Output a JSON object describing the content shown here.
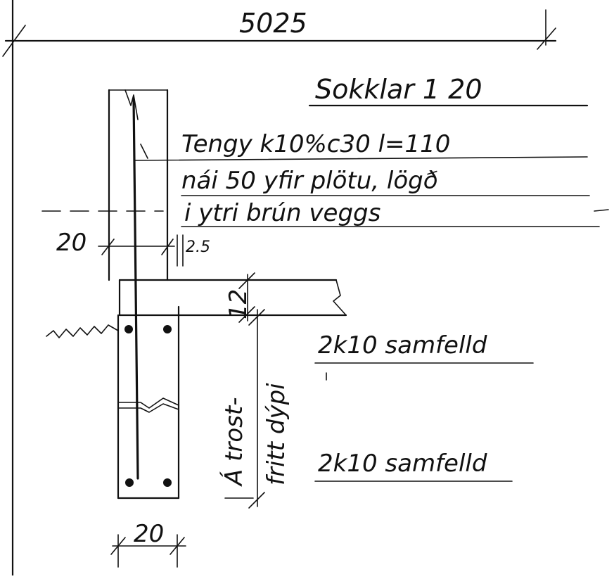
{
  "drawing": {
    "overall_dimension": "5025",
    "title": "Sokklar 1 20",
    "note_line_1": "Tengy k10%c30 l=110",
    "note_line_2": "nái 50 yfir plötu, lögð",
    "note_line_3": "i ytri brún veggs",
    "dim_wall_width": "20",
    "dim_cover": "2.5",
    "dim_slab": "12",
    "frost_depth_line_1": "Á trost-",
    "frost_depth_line_2": "fritt dýpi",
    "rebar_top": "2k10 samfelld",
    "rebar_bottom": "2k10 samfelld",
    "dim_footing_width": "20"
  }
}
